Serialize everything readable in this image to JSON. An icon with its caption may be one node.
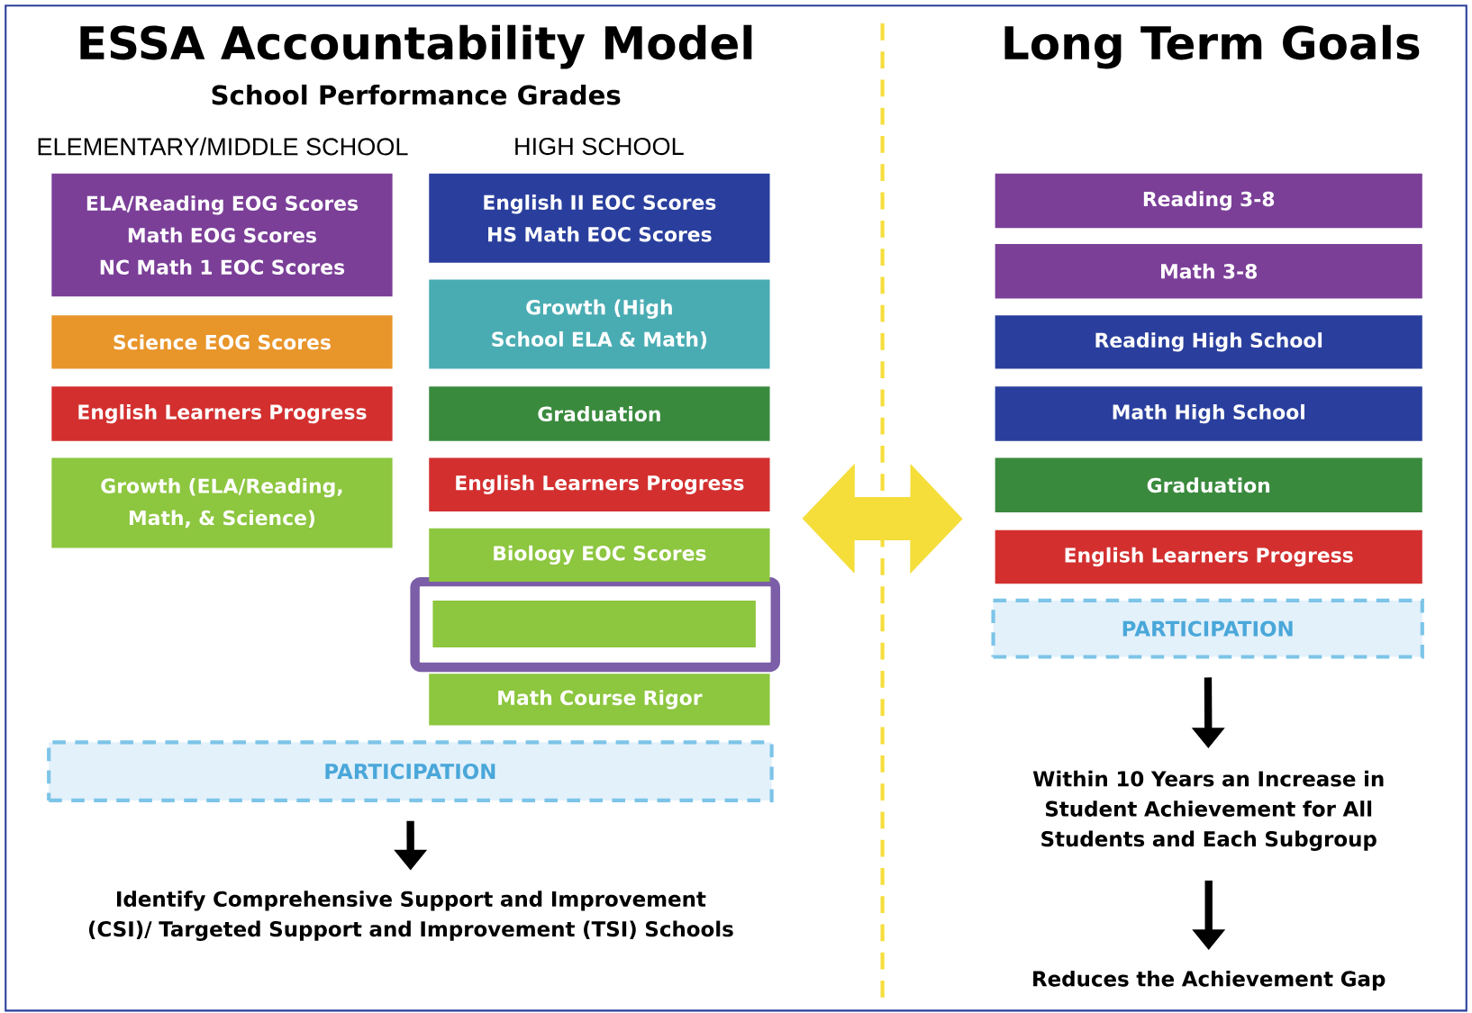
{
  "diagram": {
    "title": "ESSA Accountability Model",
    "nodes": [
      {
        "text": [
          "ELA/Reading EOG Scores",
          "Math EOG Scores",
          "NC Math 1 EOC Scores"
        ]
      },
      {
        "text": [
          "Science EOG Scores"
        ]
      },
      {
        "text": [
          "English Learners Progress"
        ]
      },
      {
        "text": [
          "Growth (ELA/Reading, Math, & Science)"
        ]
      },
      {
        "text": [
          "English II EOC Scores",
          "HS Math EOC Scores"
        ]
      },
      {
        "text": [
          "Growth (High School ELA & Math)"
        ]
      },
      {
        "text": [
          "Graduation"
        ]
      },
      {
        "text": [
          "English Learners Progress"
        ]
      },
      {
        "text": [
          "Biology EOC Scores"
        ]
      },
      {
        "text": [],
        "shape": "box"
      },
      {
        "text": [
          "Math Course Rigor"
        ]
      },
      {
        "text": [
          "PARTICIPATION"
        ]
      },
      {
        "text": [
          "Identify Comprehensive Support and Improvement (CSI)/ Targeted Support and Improvement (TSI) Schools"
        ]
      },
      {
        "text": [
          "Reading 3-8"
        ]
      },
      {
        "text": [
          "Math 3-8"
        ]
      },
      {
        "text": [
          "Reading High School"
        ]
      },
      {
        "text": [
          "Math High School"
        ]
      },
      {
        "text": [
          "Graduation"
        ]
      },
      {
        "text": [
          "English Learners Progress"
        ]
      },
      {
        "text": [
          "PARTICIPATION"
        ]
      },
      {
        "text": [
          "Within 10 Years an Increase in Student Achievement for All Students and Each Subgroup"
        ]
      },
      {
        "text": [
          "Reduces the Achievement Gap"
        ]
      }
    ],
    "edges": [
      {
        "from": 7,
        "to": 17,
        "arrow": "both",
        "style": "thick",
        "color": "#f5de3a"
      },
      {
        "from": 11,
        "to": 12,
        "arrow": "to"
      },
      {
        "from": 19,
        "to": 20,
        "arrow": "to"
      },
      {
        "from": 20,
        "to": 21,
        "arrow": "to"
      }
    ],
    "labels": [
      "School Performance Grades",
      "ELEMENTARY/MIDDLE SCHOOL",
      "HIGH SCHOOL",
      "Long Term Goals"
    ]
  }
}
